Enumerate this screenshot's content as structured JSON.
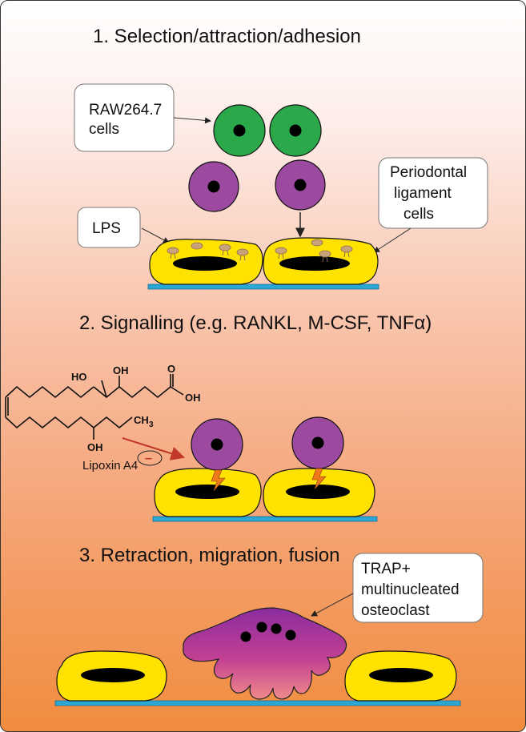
{
  "headings": {
    "step1": "1. Selection/attraction/adhesion",
    "step2": "2. Signalling (e.g. RANKL, M-CSF, TNFα)",
    "step3": "3. Retraction, migration, fusion"
  },
  "callouts": {
    "raw_line1": "RAW264.7",
    "raw_line2": "cells",
    "lps": "LPS",
    "pdl_line1": "Periodontal",
    "pdl_line2": "ligament",
    "pdl_line3": "cells",
    "trap_line1": "TRAP+",
    "trap_line2": "multinucleated",
    "trap_line3": "osteoclast"
  },
  "molecule": {
    "name": "Lipoxin A4",
    "ho": "HO",
    "oh_top": "OH",
    "o": "O",
    "oh_acid": "OH",
    "ch3": "CH",
    "ch3_sub": "3",
    "oh_bottom": "OH",
    "inhibition_symbol": "–"
  },
  "colors": {
    "green_cell": "#2aa84a",
    "purple_cell": "#9b4aa0",
    "yellow_cell": "#ffe200",
    "substrate": "#29a8d6",
    "arrow_red": "#c0392b",
    "signal": "#f07a1a"
  }
}
